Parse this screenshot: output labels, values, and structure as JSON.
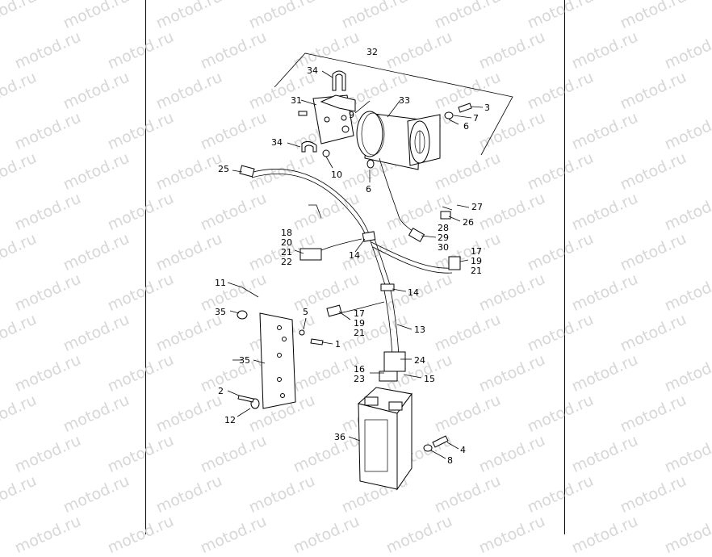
{
  "watermark": "motod.ru",
  "callouts": {
    "c1": "1",
    "c2": "2",
    "c3": "3",
    "c4": "4",
    "c5": "5",
    "c6a": "6",
    "c6b": "6",
    "c7": "7",
    "c8": "8",
    "c9": "9",
    "c10": "10",
    "c11": "11",
    "c12": "12",
    "c13": "13",
    "c14a": "14",
    "c14b": "14",
    "c15": "15",
    "c16": "16",
    "c17a": "17",
    "c17b": "17",
    "c18": "18",
    "c19a": "19",
    "c19b": "19",
    "c20": "20",
    "c21a": "21",
    "c21b": "21",
    "c21c": "21",
    "c22": "22",
    "c23": "23",
    "c24": "24",
    "c25": "25",
    "c26": "26",
    "c27": "27",
    "c28": "28",
    "c29": "29",
    "c30": "30",
    "c31": "31",
    "c32": "32",
    "c33": "33",
    "c34a": "34",
    "c34b": "34",
    "c35a": "35",
    "c35b": "35",
    "c36": "36"
  }
}
